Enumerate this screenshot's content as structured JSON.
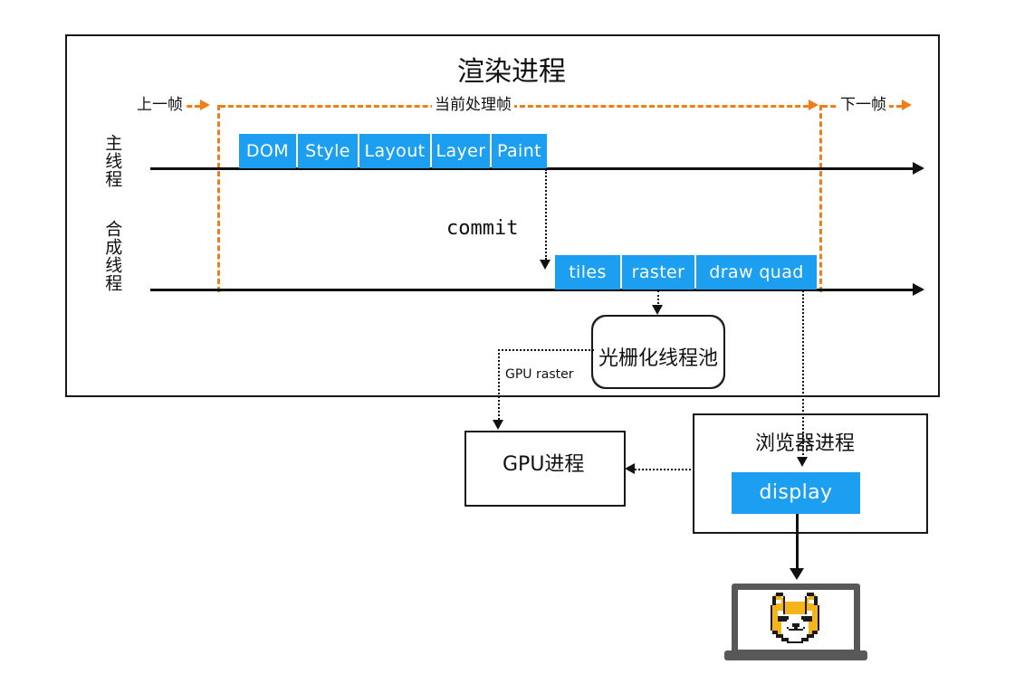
{
  "diagram": {
    "title": "渲染进程",
    "frame_labels": {
      "previous": "上一帧",
      "current": "当前处理帧",
      "next": "下一帧"
    },
    "threads": {
      "main": "主线程",
      "compositor": "合成线程"
    },
    "main_thread_tasks": [
      "DOM",
      "Style",
      "Layout",
      "Layer",
      "Paint"
    ],
    "compositor_tasks": [
      "tiles",
      "raster",
      "draw quad"
    ],
    "commit_label": "commit",
    "raster_pool": "光栅化线程池",
    "gpu_raster_label": "GPU raster",
    "gpu_process": "GPU进程",
    "browser_process": "浏览器进程",
    "display_box": "display",
    "device_icon": "laptop-icon",
    "colors": {
      "task_blue": "#1c9ff0",
      "frame_orange": "#f07d17",
      "stroke_black": "#111111",
      "laptop_gray": "#58585a",
      "doge_orange": "#f5b518"
    }
  }
}
